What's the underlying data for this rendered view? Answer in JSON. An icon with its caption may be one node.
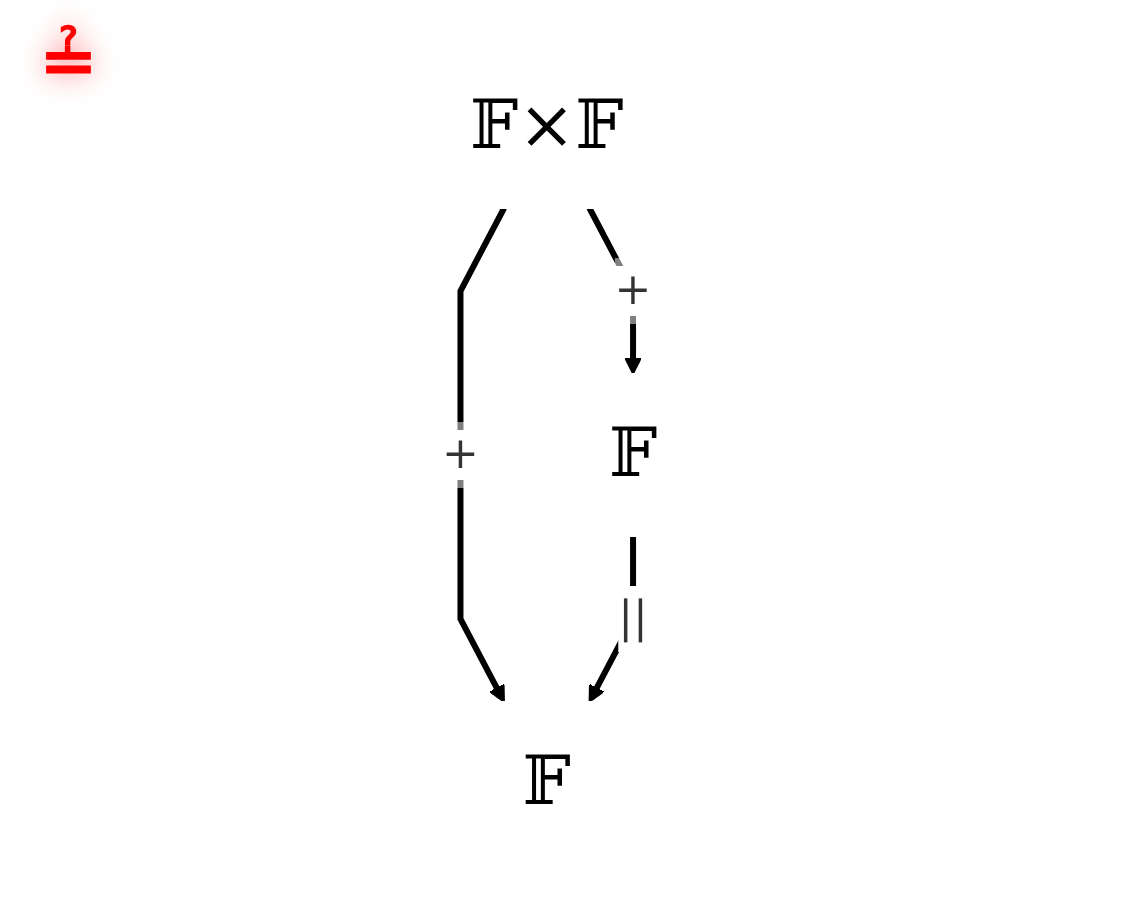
{
  "diagram": {
    "nodes": [
      {
        "text": [
          "𝔽×𝔽"
        ]
      },
      {
        "text": [
          "𝔽"
        ]
      },
      {
        "text": [
          "𝔽"
        ]
      }
    ],
    "edges": [
      {
        "from": 0,
        "to": 1,
        "arrow": "to",
        "label": "+"
      },
      {
        "from": 0,
        "to": 2,
        "arrow": "to",
        "label": "+"
      },
      {
        "from": 1,
        "to": 2,
        "arrow": "to",
        "label": "||"
      }
    ],
    "labels": [
      "≟"
    ]
  }
}
